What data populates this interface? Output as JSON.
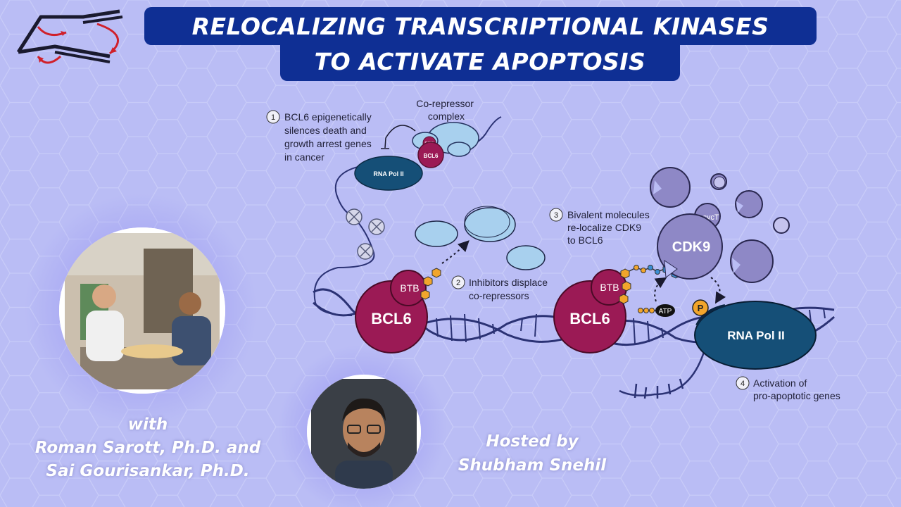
{
  "title": {
    "line1": "RELOCALIZING TRANSCRIPTIONAL KINASES",
    "line2": "TO ACTIVATE APOPTOSIS"
  },
  "colors": {
    "background": "#babdf5",
    "title_box": "#0f2f94",
    "bcl6": "#9b1a55",
    "rna_pol": "#154f77",
    "cdk9": "#8e88c6",
    "co_repressor": "#a8d0ee",
    "linker": "#f2a52c",
    "dna": "#2b3274"
  },
  "diagram": {
    "labels": {
      "step1_num": "1",
      "step1_line1": "BCL6 epigenetically",
      "step1_line2": "silences death and",
      "step1_line3": "growth arrest genes",
      "step1_line4": "in cancer",
      "corep_line1": "Co-repressor",
      "corep_line2": "complex",
      "step2_num": "2",
      "step2_line1": "Inhibitors displace",
      "step2_line2": "co-repressors",
      "step3_num": "3",
      "step3_line1": "Bivalent molecules",
      "step3_line2": "re-localize CDK9",
      "step3_line3": "to BCL6",
      "step4_num": "4",
      "step4_line1": "Activation of",
      "step4_line2": "pro-apoptotic genes"
    },
    "proteins": {
      "rna_pol_small": "RNA Pol II",
      "btb_small": "BTB",
      "bcl6_small": "BCL6",
      "btb_left": "BTB",
      "bcl6_left": "BCL6",
      "btb_right": "BTB",
      "bcl6_right": "BCL6",
      "cyct": "cycT",
      "cdk9": "CDK9",
      "atp": "ATP",
      "phospho": "P",
      "rna_pol_large": "RNA Pol II"
    }
  },
  "credits": {
    "with": "with",
    "guest1": "Roman Sarott, Ph.D. and",
    "guest2": "Sai Gourisankar, Ph.D.",
    "hosted_by": "Hosted by",
    "host": "Shubham Snehil"
  }
}
